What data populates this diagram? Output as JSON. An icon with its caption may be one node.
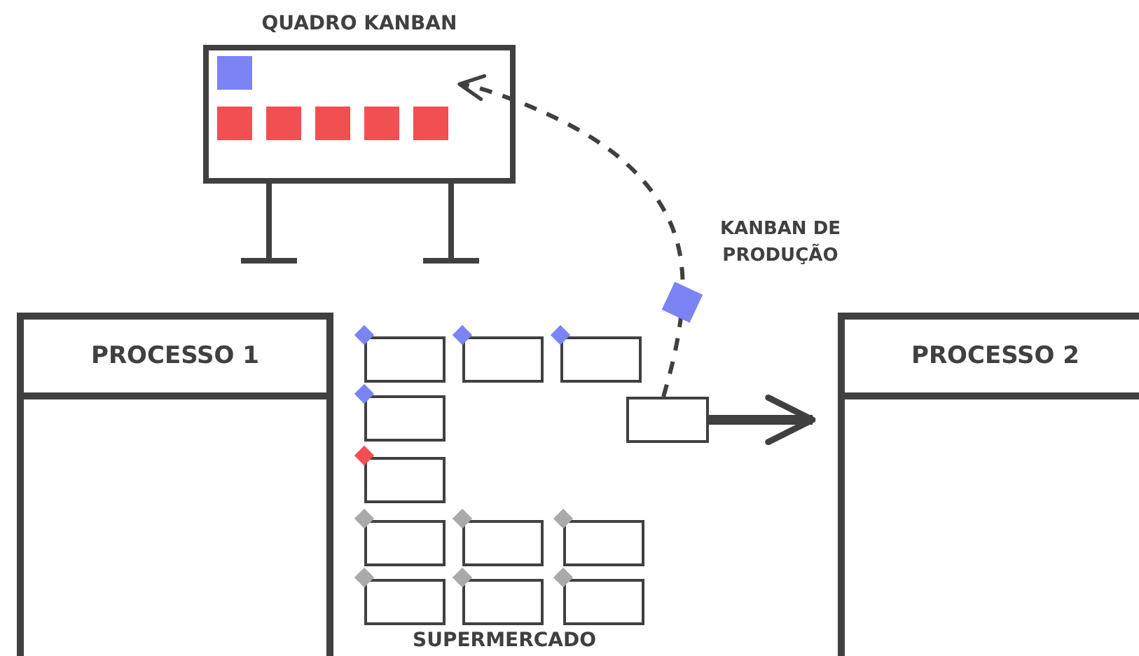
{
  "diagram": {
    "nodes": [
      {
        "text": [
          "QUADRO KANBAN"
        ]
      },
      {
        "text": [
          "PROCESSO 1"
        ]
      },
      {
        "text": [],
        "shape": "box"
      },
      {
        "text": [],
        "shape": "box"
      },
      {
        "text": [],
        "shape": "box"
      },
      {
        "text": [],
        "shape": "box"
      },
      {
        "text": [],
        "shape": "box"
      },
      {
        "text": [],
        "shape": "box"
      },
      {
        "text": [],
        "shape": "box"
      },
      {
        "text": [],
        "shape": "box"
      },
      {
        "text": [],
        "shape": "box"
      },
      {
        "text": [],
        "shape": "box"
      },
      {
        "text": [],
        "shape": "box"
      },
      {
        "text": [],
        "shape": "box"
      },
      {
        "text": [
          "PROCESSO 2"
        ]
      }
    ],
    "edges": [
      {
        "from": 13,
        "to": 0,
        "arrow": "to",
        "style": "dashed",
        "label": "KANBAN DE PRODUÇÃO"
      },
      {
        "from": 13,
        "to": 14,
        "arrow": "to",
        "style": "thick"
      }
    ],
    "labels": [
      "SUPERMERCADO"
    ]
  }
}
